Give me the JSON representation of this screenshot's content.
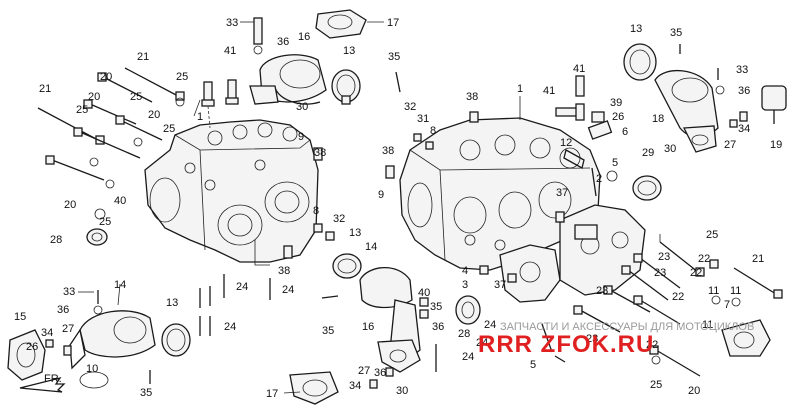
{
  "labels": {
    "c33a": "33",
    "c36a": "36",
    "c16a": "16",
    "c17a": "17",
    "c13a": "13",
    "c35a": "35",
    "c41a": "41",
    "c30a": "30",
    "c21a": "21",
    "c20a": "20",
    "c25a": "25",
    "c21b": "21",
    "c20b": "20",
    "c25b": "25",
    "c20c": "20",
    "c25c": "25",
    "c25d": "25",
    "c1a": "1",
    "c9a": "9",
    "c38a": "38",
    "c20d": "20",
    "c40a": "40",
    "c25e": "25",
    "c28a": "28",
    "c8a": "8",
    "c32a": "32",
    "c13b": "13",
    "c38b": "38",
    "c24a": "24",
    "c24b": "24",
    "c24c": "24",
    "c33b": "33",
    "c14a": "14",
    "c15a": "15",
    "c36b": "36",
    "c13c": "13",
    "c34a": "34",
    "c27a": "27",
    "c26a": "26",
    "c35b": "35",
    "c10a": "10",
    "c35c": "35",
    "c17b": "17",
    "c27b": "27",
    "c36c": "36",
    "c34b": "34",
    "c30b": "30",
    "c14b": "14",
    "c16b": "16",
    "c35d": "35",
    "c40b": "40",
    "c36d": "36",
    "c28b": "28",
    "c24d": "24",
    "c24e": "24",
    "c24f": "24",
    "c38c": "38",
    "c1b": "1",
    "c32b": "32",
    "c31a": "31",
    "c8b": "8",
    "c38d": "38",
    "c9b": "9",
    "c12a": "12",
    "c5a": "5",
    "c2a": "2",
    "c37a": "37",
    "c4a": "4",
    "c3a": "3",
    "c37b": "37",
    "c41b": "41",
    "c41c": "41",
    "c39a": "39",
    "c26b": "26",
    "c6a": "6",
    "c13d": "13",
    "c35e": "35",
    "c33c": "33",
    "c36e": "36",
    "c18a": "18",
    "c34c": "34",
    "c30c": "30",
    "c27c": "27",
    "c19a": "19",
    "c29a": "29",
    "c25f": "25",
    "c23a": "23",
    "c22a": "22",
    "c23b": "23",
    "c22b": "22",
    "c21c": "21",
    "c23c": "23",
    "c22c": "22",
    "c11a": "11",
    "c11b": "11",
    "c7a": "7",
    "c11c": "11",
    "c23d": "23",
    "c22d": "22",
    "c5b": "5",
    "c25g": "25",
    "c20e": "20"
  },
  "footer": {
    "watermark": "ЗАПЧАСТИ И АКСЕССУАРЫ ДЛЯ МОТОЦИКЛОВ",
    "logo": "RRR ZFOK.RU",
    "fr_label": "FR."
  },
  "colors": {
    "ink": "#1a1a1a",
    "logo": "#e02020",
    "watermark": "#9a9a9a",
    "background": "#ffffff"
  }
}
